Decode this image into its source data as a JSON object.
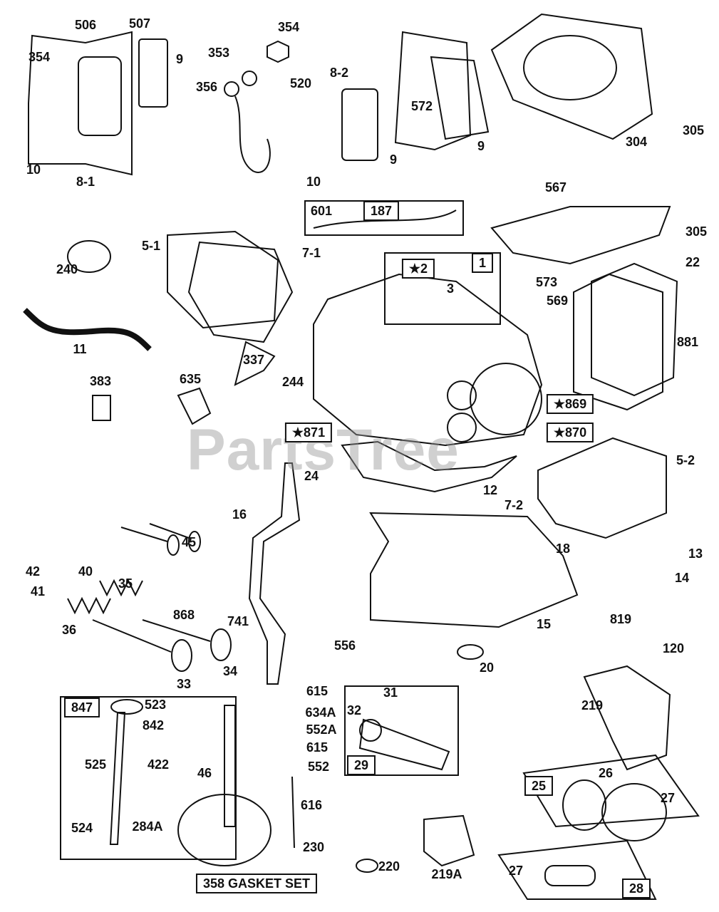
{
  "watermark": "PartsTree",
  "callouts": [
    "506",
    "507",
    "354",
    "9",
    "353",
    "354",
    "356",
    "520",
    "8-2",
    "572",
    "9",
    "304",
    "305",
    "10",
    "8-1",
    "10",
    "9",
    "567",
    "601",
    "305",
    "22",
    "573",
    "5-1",
    "7-1",
    "240",
    "3",
    "569",
    "881",
    "11",
    "337",
    "244",
    "635",
    "383",
    "5-2",
    "24",
    "12",
    "7-2",
    "16",
    "45",
    "13",
    "18",
    "14",
    "42",
    "40",
    "35",
    "41",
    "868",
    "36",
    "741",
    "15",
    "819",
    "120",
    "556",
    "20",
    "34",
    "33",
    "523",
    "842",
    "615",
    "31",
    "634A",
    "32",
    "219",
    "552A",
    "26",
    "525",
    "422",
    "615",
    "552",
    "27",
    "46",
    "616",
    "524",
    "284A",
    "230",
    "220",
    "219A",
    "27"
  ],
  "boxed_callouts": [
    "187",
    "★2",
    "1",
    "★869",
    "★870",
    "★871",
    "847",
    "29",
    "25",
    "358 GASKET SET",
    "28"
  ],
  "colors": {
    "ink": "#111111",
    "watermark": "#969696",
    "background": "#ffffff"
  }
}
